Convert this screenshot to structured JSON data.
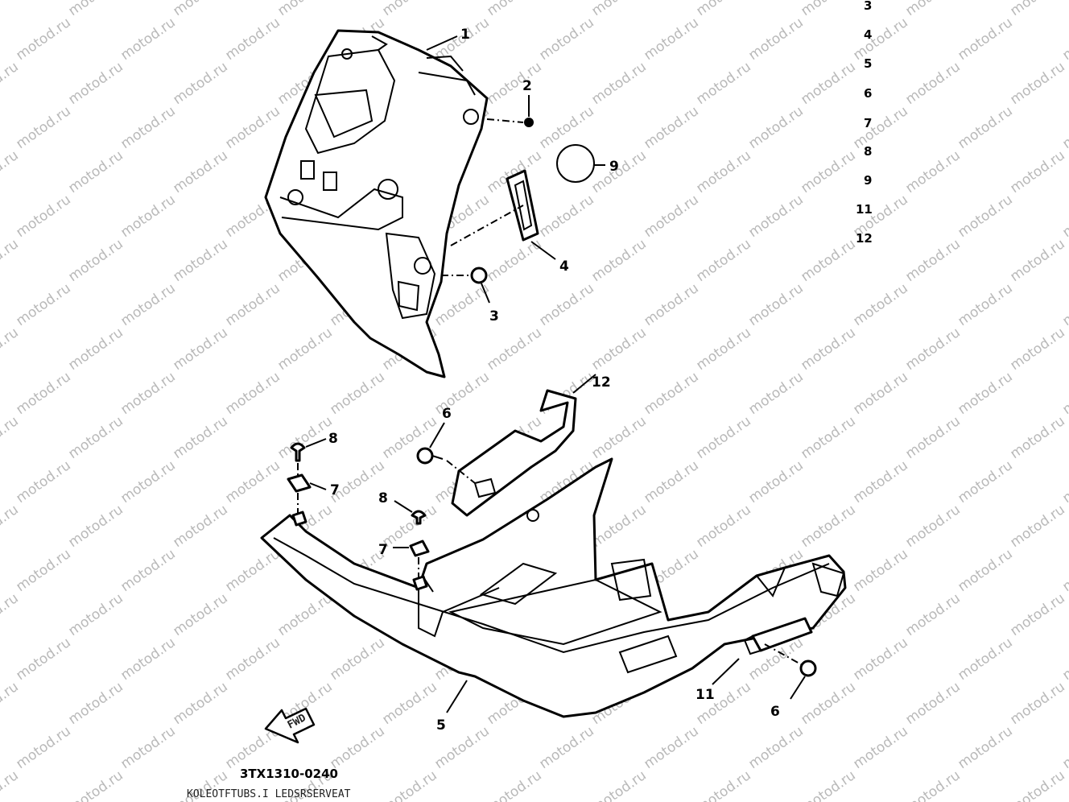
{
  "watermark_text": "motod.ru",
  "diagram_code": "3TX1310-0240",
  "bottom_caption": "KOLEOTFTUBS.I LEDSRSERVEAT",
  "fwd_label": "FWD",
  "side_index": [
    "3",
    "4",
    "5",
    "6",
    "7",
    "8",
    "9",
    "11",
    "12"
  ],
  "callouts": {
    "c1": "1",
    "c2": "2",
    "c3": "3",
    "c4": "4",
    "c5": "5",
    "c6a": "6",
    "c6b": "6",
    "c7a": "7",
    "c7b": "7",
    "c8a": "8",
    "c8b": "8",
    "c9": "9",
    "c11": "11",
    "c12": "12"
  }
}
